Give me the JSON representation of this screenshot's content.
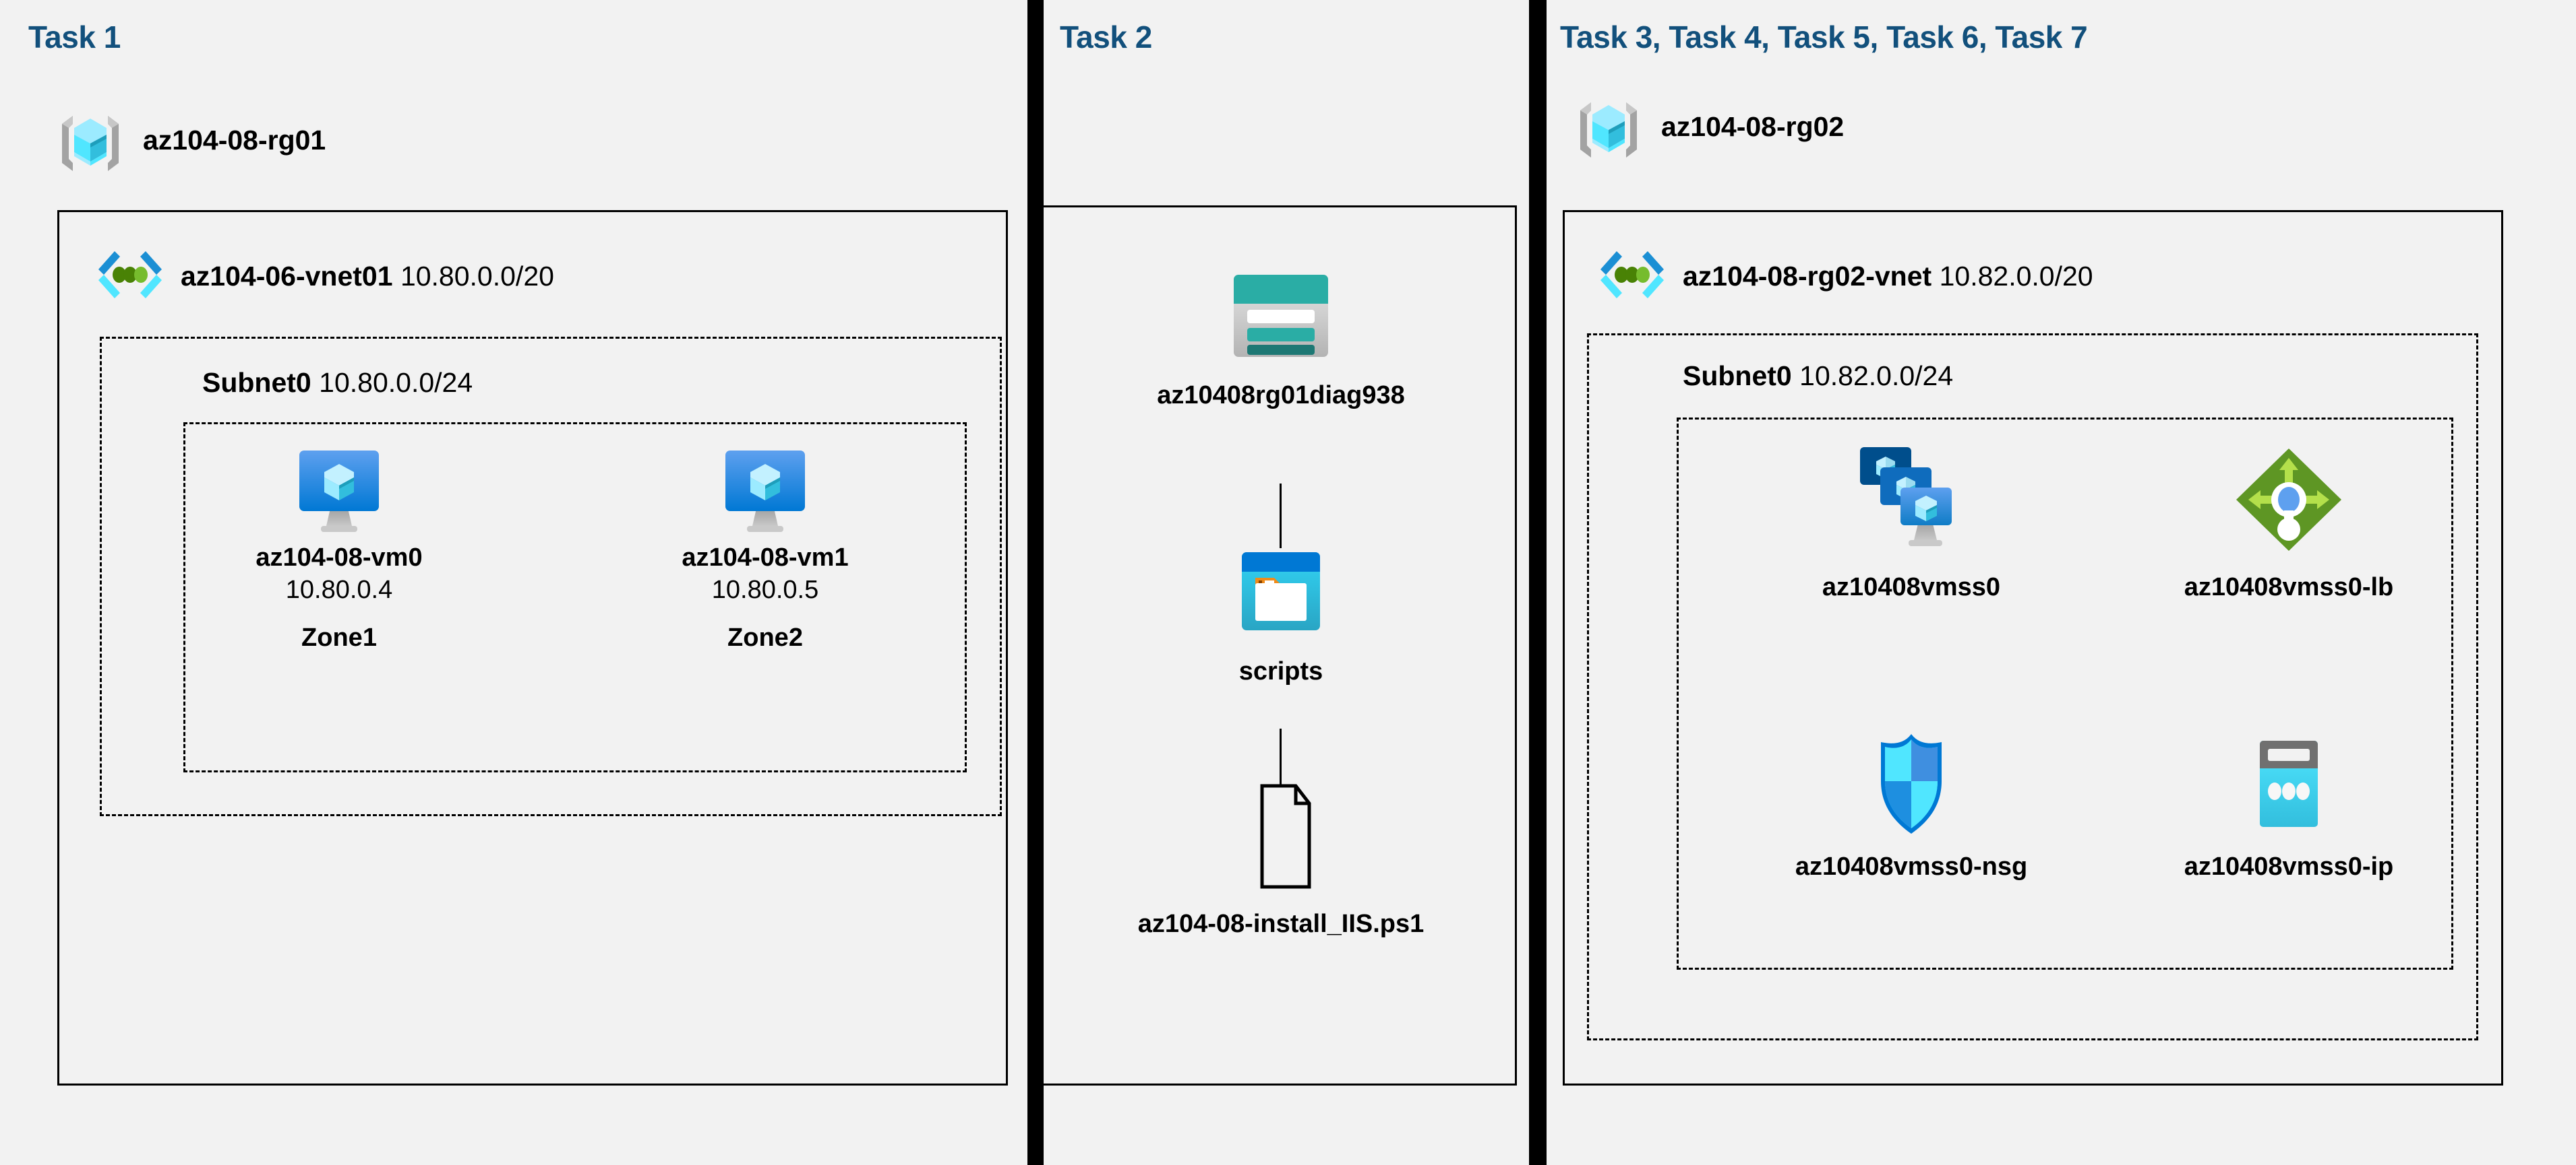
{
  "diagram": {
    "background": "#f2f2f2",
    "accent_title_color": "#12507c",
    "columns": [
      {
        "id": "col1",
        "title": "Task 1",
        "resource_group": {
          "name": "az104-08-rg01",
          "icon": "resource-group-icon"
        },
        "vnet": {
          "name": "az104-06-vnet01",
          "cidr": "10.80.0.0/20",
          "icon": "virtual-network-icon"
        },
        "subnet": {
          "name": "Subnet0",
          "cidr": "10.80.0.0/24"
        },
        "vms": [
          {
            "name": "az104-08-vm0",
            "ip": "10.80.0.4",
            "zone": "Zone1",
            "icon": "virtual-machine-icon"
          },
          {
            "name": "az104-08-vm1",
            "ip": "10.80.0.5",
            "zone": "Zone2",
            "icon": "virtual-machine-icon"
          }
        ]
      },
      {
        "id": "col2",
        "title": "Task 2",
        "nodes": [
          {
            "name": "az10408rg01diag938",
            "icon": "storage-account-icon"
          },
          {
            "name": "scripts",
            "icon": "blob-container-icon"
          },
          {
            "name": "az104-08-install_IIS.ps1",
            "icon": "script-file-icon"
          }
        ]
      },
      {
        "id": "col3",
        "title": "Task 3, Task 4, Task 5, Task 6, Task 7",
        "resource_group": {
          "name": "az104-08-rg02",
          "icon": "resource-group-icon"
        },
        "vnet": {
          "name": "az104-08-rg02-vnet",
          "cidr": "10.82.0.0/20",
          "icon": "virtual-network-icon"
        },
        "subnet": {
          "name": "Subnet0",
          "cidr": "10.82.0.0/24"
        },
        "resources": [
          {
            "name": "az10408vmss0",
            "icon": "vm-scale-set-icon"
          },
          {
            "name": "az10408vmss0-lb",
            "icon": "load-balancer-icon"
          },
          {
            "name": "az10408vmss0-nsg",
            "icon": "network-security-group-icon"
          },
          {
            "name": "az10408vmss0-ip",
            "icon": "public-ip-address-icon"
          }
        ]
      }
    ],
    "colors": {
      "azure_blue": "#0078d4",
      "azure_cyan": "#50e6ff",
      "vnet_green": "#5e9624",
      "lb_green": "#5e9624",
      "storage_teal": "#2aada5",
      "nsg_blue": "#0078d4",
      "border_black": "#000000"
    }
  }
}
